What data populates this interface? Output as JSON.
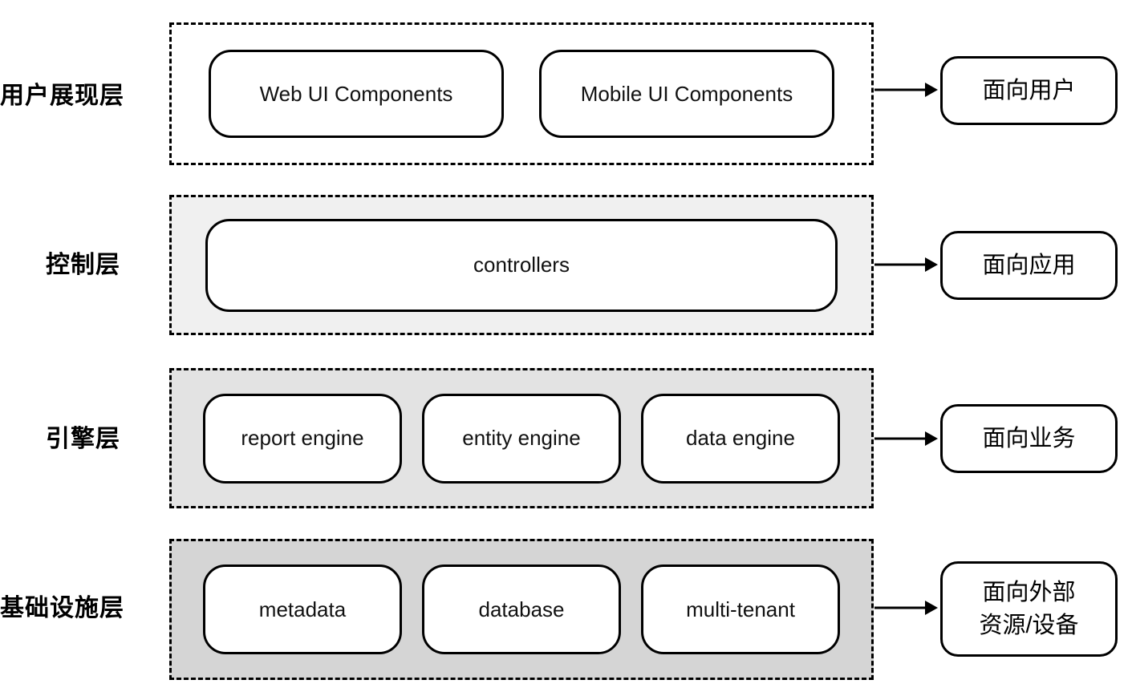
{
  "diagram": {
    "title": "layered-architecture-diagram",
    "colors": {
      "background": "#ffffff",
      "border": "#000000",
      "layer1_fill": "#ffffff",
      "layer2_fill": "#f0f0f0",
      "layer3_fill": "#e3e3e3",
      "layer4_fill": "#d5d5d5"
    },
    "layers": [
      {
        "label": "用户展现层",
        "audience": "面向用户",
        "bg": "#ffffff",
        "boxes": [
          "Web UI Components",
          "Mobile UI Components"
        ]
      },
      {
        "label": "控制层",
        "audience": "面向应用",
        "bg": "#f0f0f0",
        "boxes": [
          "controllers"
        ]
      },
      {
        "label": "引擎层",
        "audience": "面向业务",
        "bg": "#e3e3e3",
        "boxes": [
          "report engine",
          "entity engine",
          "data engine"
        ]
      },
      {
        "label": "基础设施层",
        "audience": "面向外部\n资源/设备",
        "bg": "#d5d5d5",
        "boxes": [
          "metadata",
          "database",
          "multi-tenant"
        ]
      }
    ]
  }
}
